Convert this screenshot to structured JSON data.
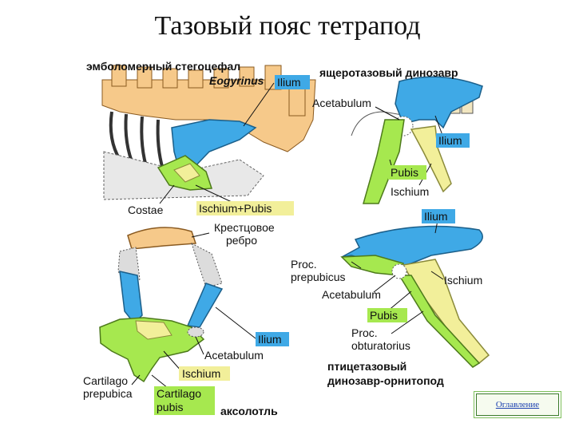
{
  "title": "Тазовый пояс тетрапод",
  "panels": {
    "stegocephal": {
      "caption": "эмболомерный стегоцефал",
      "genus": "Eogyrinus",
      "labels": {
        "ilium": "Ilium",
        "costae": "Costae",
        "ischium_pubis": "Ischium+Pubis"
      }
    },
    "saurischian": {
      "caption": "ящеротазовый динозавр",
      "labels": {
        "acetabulum": "Acetabulum",
        "ilium": "Ilium",
        "pubis": "Pubis",
        "ischium": "Ischium"
      }
    },
    "axolotl": {
      "caption": "аксолотль",
      "labels": {
        "sacral_rib_1": "Крестцовое",
        "sacral_rib_2": "ребро",
        "ilium": "Ilium",
        "acetabulum": "Acetabulum",
        "ischium": "Ischium",
        "cart_prepubica_1": "Cartilago",
        "cart_prepubica_2": "prepubica",
        "cart_pubis_1": "Cartilago",
        "cart_pubis_2": "pubis"
      }
    },
    "ornithischian": {
      "caption_1": "птицетазовый",
      "caption_2": "динозавр-орнитопод",
      "labels": {
        "ilium": "Ilium",
        "proc_prepubicus_1": "Proc.",
        "proc_prepubicus_2": "prepubicus",
        "ischium": "Ischium",
        "acetabulum": "Acetabulum",
        "pubis": "Pubis",
        "proc_obturatorius_1": "Proc.",
        "proc_obturatorius_2": "obturatorius"
      }
    }
  },
  "nav": {
    "toc_label": "Оглавление"
  },
  "colors": {
    "ilium": "#3fa9e6",
    "pubis": "#a6e84f",
    "ischium": "#f2ef9a",
    "spine": "#f6c98a"
  }
}
